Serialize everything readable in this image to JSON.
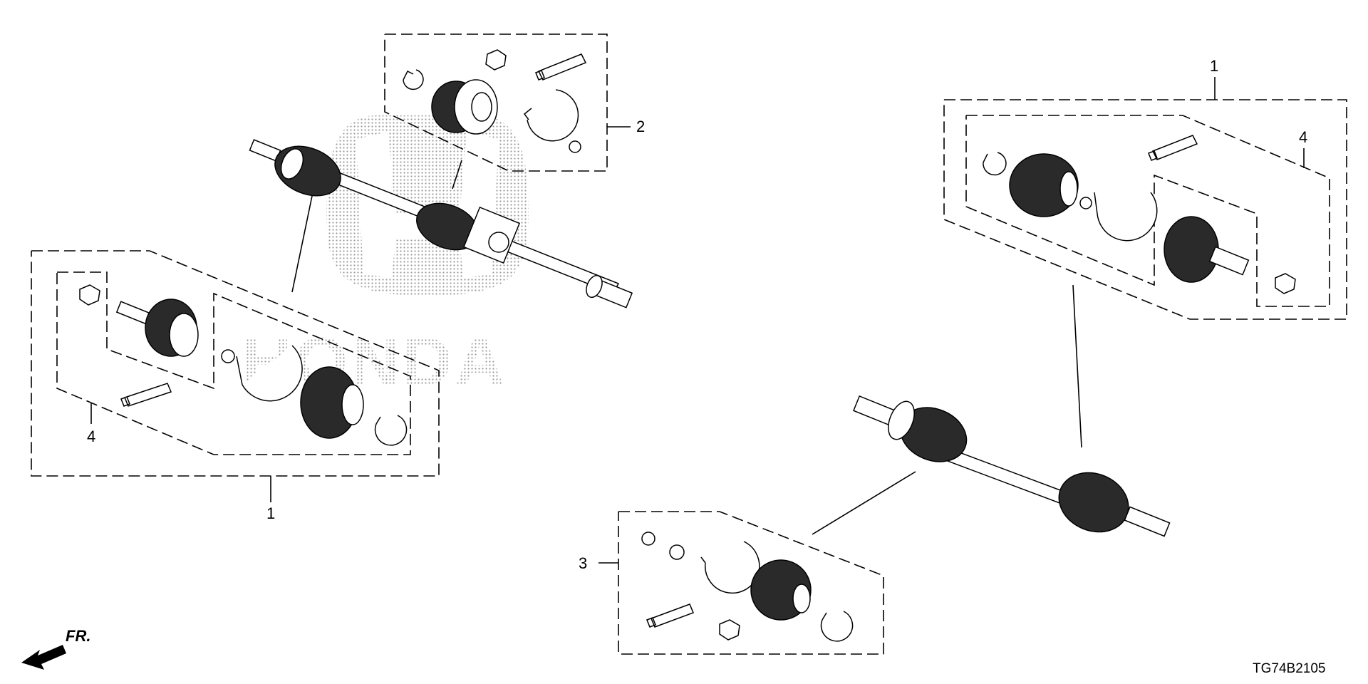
{
  "brand_watermark": "HONDA",
  "callouts": {
    "c1_left": "1",
    "c1_right": "1",
    "c2": "2",
    "c3": "3",
    "c4_left": "4",
    "c4_right": "4"
  },
  "direction_indicator": "FR.",
  "diagram_code": "TG74B2105"
}
